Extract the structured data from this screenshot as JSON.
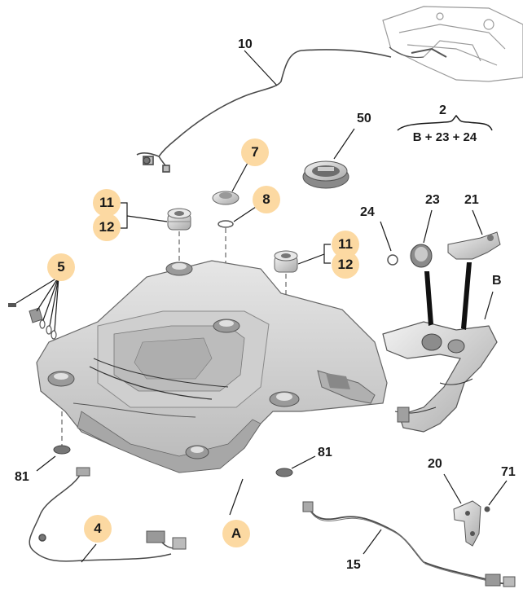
{
  "callouts": {
    "c10": "10",
    "c2": "2",
    "formula": "B + 23 + 24",
    "c50": "50",
    "c24": "24",
    "c23": "23",
    "c21": "21",
    "cB": "B",
    "c81_left": "81",
    "c81_right": "81",
    "c20": "20",
    "c71": "71",
    "c15": "15"
  },
  "badges": {
    "b7": "7",
    "b8": "8",
    "b11_left": "11",
    "b12_left": "12",
    "b11_right": "11",
    "b12_right": "12",
    "b5": "5",
    "b4": "4",
    "bA": "A"
  },
  "colors": {
    "badge_fill": "#fcd9a2",
    "line": "#1a1a1a",
    "part_fill": "#d4d4d4",
    "part_stroke": "#6e6e6e"
  }
}
